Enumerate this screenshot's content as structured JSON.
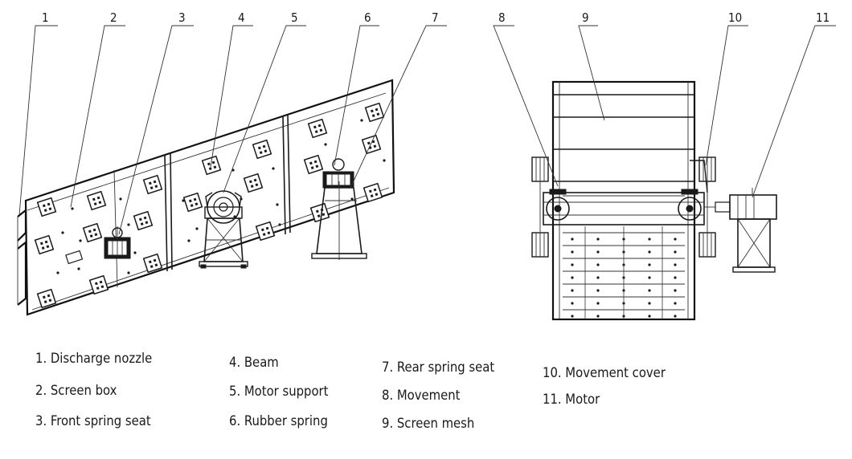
{
  "callouts": [
    {
      "num": "1"
    },
    {
      "num": "2"
    },
    {
      "num": "3"
    },
    {
      "num": "4"
    },
    {
      "num": "5"
    },
    {
      "num": "6"
    },
    {
      "num": "7"
    },
    {
      "num": "8"
    },
    {
      "num": "9"
    },
    {
      "num": "10"
    },
    {
      "num": "11"
    }
  ],
  "legend": [
    {
      "text": "1. Discharge nozzle"
    },
    {
      "text": "2. Screen box"
    },
    {
      "text": "3. Front spring seat"
    },
    {
      "text": "4. Beam"
    },
    {
      "text": "5. Motor support"
    },
    {
      "text": "6. Rubber spring"
    },
    {
      "text": "7. Rear spring seat"
    },
    {
      "text": "8. Movement"
    },
    {
      "text": "9. Screen mesh"
    },
    {
      "text": "10. Movement cover"
    },
    {
      "text": "11. Motor"
    }
  ]
}
